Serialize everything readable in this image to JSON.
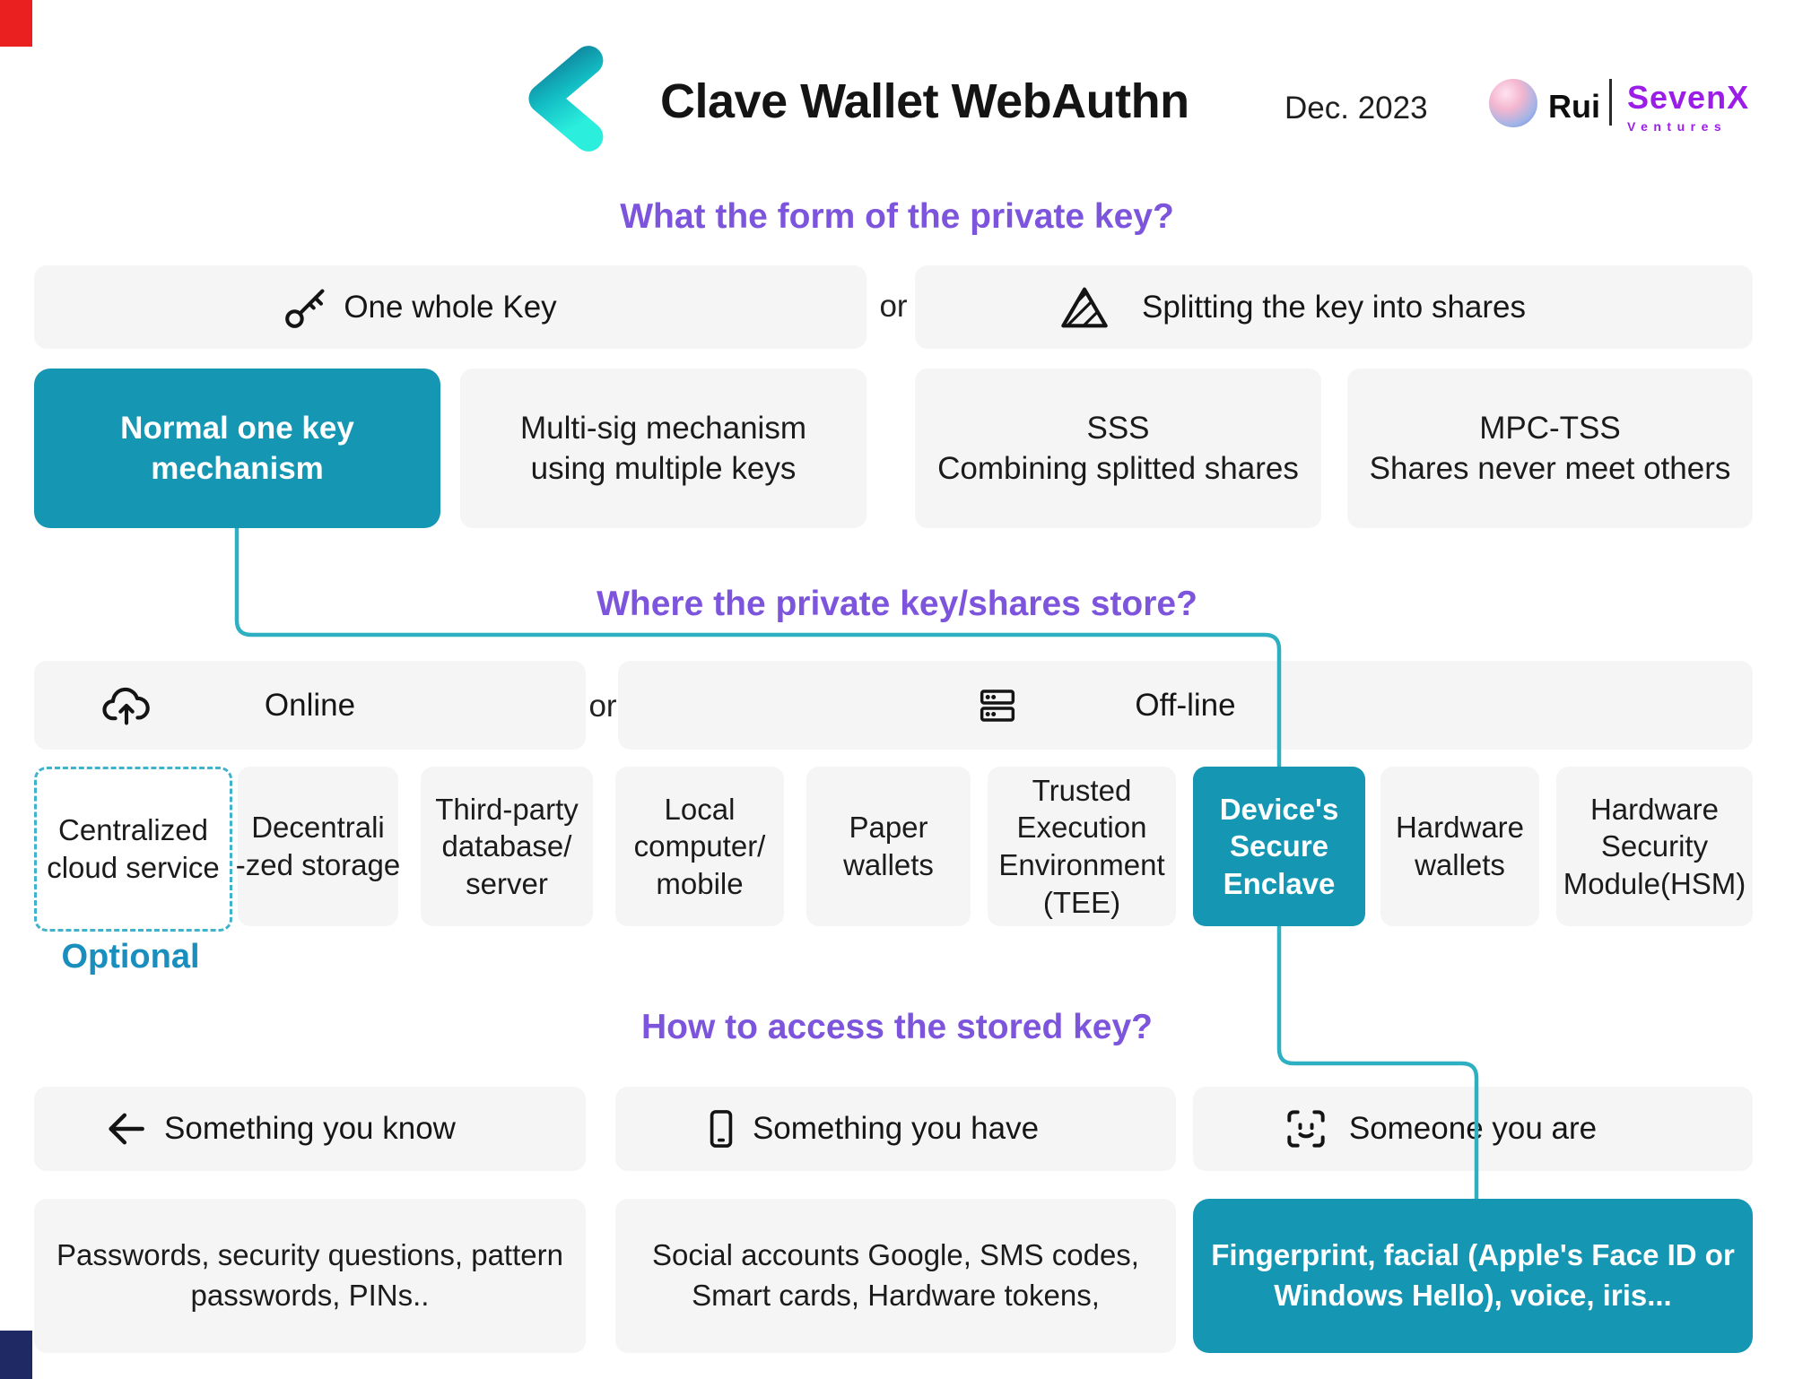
{
  "colors": {
    "accent_teal": "#1596b2",
    "connector_teal": "#2fb0c2",
    "heading_purple": "#7d55dd",
    "brand_purple": "#9b1ee8",
    "box_gray": "#f5f5f6",
    "corner_top_left": "#ea1f1f",
    "corner_bottom_left": "#1f2a64"
  },
  "header": {
    "title": "Clave Wallet WebAuthn",
    "date": "Dec. 2023",
    "author": "Rui",
    "brand": "SevenX",
    "brand_sub": "Ventures"
  },
  "key_form": {
    "heading": "What the form of the private key?",
    "whole_key": {
      "icon": "key-icon",
      "label": "One whole Key"
    },
    "or": "or",
    "split_key": {
      "icon": "split-shares-icon",
      "label": "Splitting the key into shares"
    },
    "cards": [
      {
        "lines": [
          "Normal one key",
          "mechanism"
        ],
        "highlighted": true
      },
      {
        "lines": [
          "Multi-sig mechanism",
          "using multiple keys"
        ],
        "highlighted": false
      },
      {
        "lines": [
          "SSS",
          "Combining splitted shares"
        ],
        "highlighted": false
      },
      {
        "lines": [
          "MPC-TSS",
          "Shares never meet others"
        ],
        "highlighted": false
      }
    ]
  },
  "storage": {
    "heading": "Where the private key/shares store?",
    "online": {
      "icon": "cloud-upload-icon",
      "label": "Online"
    },
    "or": "or",
    "offline": {
      "icon": "server-stack-icon",
      "label": "Off-line"
    },
    "optional_label": "Optional",
    "items": [
      {
        "lines": [
          "Centralized",
          "cloud service"
        ],
        "style": "optional-dashed",
        "highlighted": false
      },
      {
        "lines": [
          "Decentrali",
          "-zed storage"
        ],
        "highlighted": false
      },
      {
        "lines": [
          "Third-party",
          "database/",
          "server"
        ],
        "highlighted": false
      },
      {
        "lines": [
          "Local",
          "computer/",
          "mobile"
        ],
        "highlighted": false
      },
      {
        "lines": [
          "Paper",
          "wallets"
        ],
        "highlighted": false
      },
      {
        "lines": [
          "Trusted",
          "Execution",
          "Environment",
          "(TEE)"
        ],
        "highlighted": false
      },
      {
        "lines": [
          "Device's",
          "Secure",
          "Enclave"
        ],
        "highlighted": true
      },
      {
        "lines": [
          "Hardware",
          "wallets"
        ],
        "highlighted": false
      },
      {
        "lines": [
          "Hardware",
          "Security",
          "Module(HSM)"
        ],
        "highlighted": false
      }
    ]
  },
  "access": {
    "heading": "How to access the stored key?",
    "methods": [
      {
        "icon": "back-arrow-icon",
        "label": "Something you know"
      },
      {
        "icon": "smartphone-icon",
        "label": "Something you have"
      },
      {
        "icon": "face-scan-icon",
        "label": "Someone you are"
      }
    ],
    "examples": [
      {
        "lines": [
          "Passwords, security questions, pattern",
          "passwords, PINs.."
        ],
        "highlighted": false
      },
      {
        "lines": [
          "Social accounts Google, SMS codes,",
          "Smart cards, Hardware tokens,"
        ],
        "highlighted": false
      },
      {
        "lines": [
          "Fingerprint, facial (Apple's Face ID or",
          "Windows Hello), voice, iris..."
        ],
        "highlighted": true
      }
    ]
  }
}
